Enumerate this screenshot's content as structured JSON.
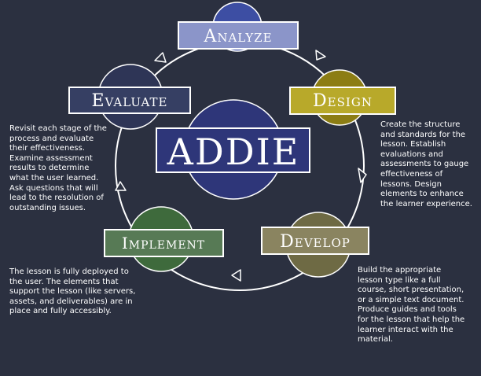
{
  "center": {
    "label": "ADDIE",
    "color": "#2e3679"
  },
  "phases": [
    {
      "id": "analyze",
      "label": "Analyze",
      "circle_color": "#3d4ea3",
      "box_color": "#8b95c9"
    },
    {
      "id": "design",
      "label": "Design",
      "circle_color": "#8c7d14",
      "box_color": "#b8a92a"
    },
    {
      "id": "develop",
      "label": "Develop",
      "circle_color": "#6e6a44",
      "box_color": "#8a8460"
    },
    {
      "id": "implement",
      "label": "Implement",
      "circle_color": "#3e6a3c",
      "box_color": "#577a55"
    },
    {
      "id": "evaluate",
      "label": "Evaluate",
      "circle_color": "#2e3556",
      "box_color": "#363f63"
    }
  ],
  "descriptions": {
    "evaluate": [
      "Revisit each stage of the",
      "process and evaluate",
      "their effectiveness.",
      "Examine assessment",
      "results to determine",
      "what the user learned.",
      "Ask questions that will",
      "lead to the resolution of",
      "outstanding issues."
    ],
    "design": [
      "Create the structure",
      "and standards for the",
      "lesson. Establish",
      "evaluations and",
      "assessments to gauge",
      "effectiveness of",
      "lessons. Design",
      "elements to enhance",
      "the learner experience."
    ],
    "implement": [
      "The lesson is fully deployed to",
      "the user. The elements that",
      "support the lesson (like servers,",
      "assets, and deliverables) are in",
      "place and fully accessibly."
    ],
    "develop": [
      "Build the appropriate",
      "lesson type like a full",
      "course, short presentation,",
      "or a simple text document.",
      "Produce guides and tools",
      "for the lesson that help the",
      "learner interact with the",
      "material."
    ]
  }
}
